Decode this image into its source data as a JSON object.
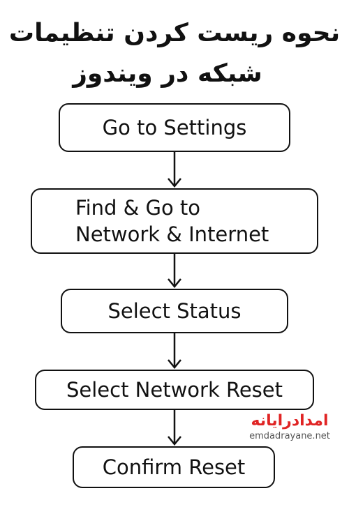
{
  "title": {
    "line1": "نحوه ریست کردن تنظیمات",
    "line2": "شبکه در ویندوز"
  },
  "steps": [
    {
      "lines": [
        "Go to Settings"
      ]
    },
    {
      "lines": [
        "Find & Go to",
        "Network & Internet"
      ]
    },
    {
      "lines": [
        "Select Status"
      ]
    },
    {
      "lines": [
        "Select Network Reset"
      ]
    },
    {
      "lines": [
        "Confirm Reset"
      ]
    }
  ],
  "watermark": {
    "brand": "امدادرایانه",
    "url": "emdadrayane.net"
  },
  "colors": {
    "stroke": "#111111",
    "watermark_brand": "#e02424",
    "watermark_url": "#555555"
  }
}
